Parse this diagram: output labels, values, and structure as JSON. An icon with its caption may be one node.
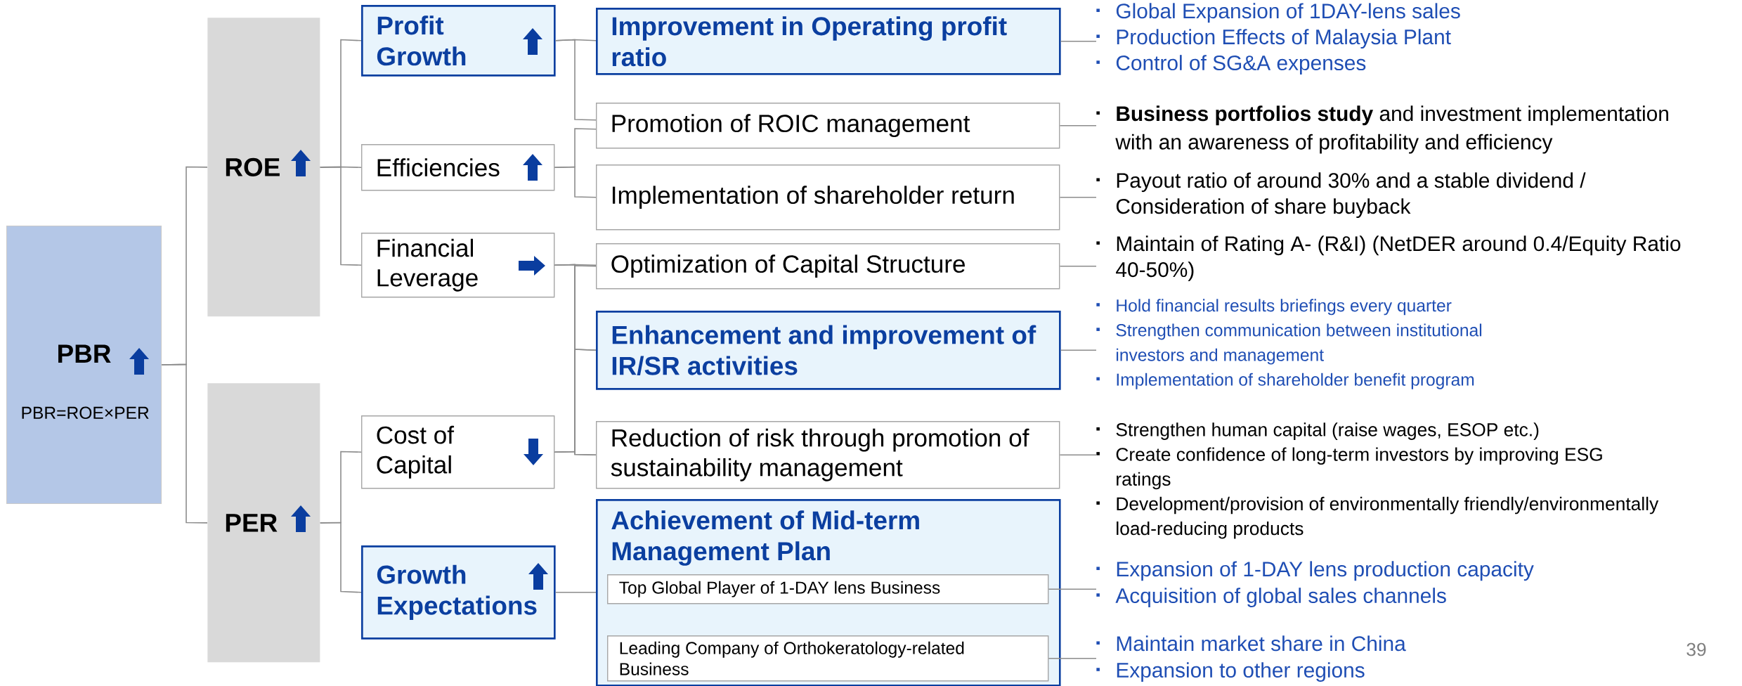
{
  "diagram": {
    "nodes": [
      {
        "text": [
          "PBR",
          "PBR=ROE×PER"
        ]
      },
      {
        "text": [
          "ROE"
        ]
      },
      {
        "text": [
          "PER"
        ]
      },
      {
        "text": [
          "Profit Growth"
        ]
      },
      {
        "text": [
          "Efficiencies"
        ]
      },
      {
        "text": [
          "Financial Leverage"
        ]
      },
      {
        "text": [
          "Cost of Capital"
        ]
      },
      {
        "text": [
          "Growth Expectations"
        ]
      },
      {
        "text": [
          "Improvement in Operating profit ratio"
        ]
      },
      {
        "text": [
          "Promotion of ROIC management"
        ]
      },
      {
        "text": [
          "Implementation of shareholder return"
        ]
      },
      {
        "text": [
          "Optimization of Capital Structure"
        ]
      },
      {
        "text": [
          "Enhancement and improvement of IR/SR activities"
        ]
      },
      {
        "text": [
          "Reduction of risk through promotion of sustainability management"
        ]
      },
      {
        "text": [
          "Achievement of Mid-term Management Plan"
        ]
      },
      {
        "text": [
          "Top Global Player of 1-DAY lens Business"
        ],
        "in": 14
      },
      {
        "text": [
          "Leading Company of Orthokeratology-related Business"
        ],
        "in": 14
      },
      {
        "text": [
          "Global Expansion of 1DAY-lens sales",
          "Production Effects of Malaysia Plant",
          "Control of SG&A expenses"
        ]
      },
      {
        "text": [
          "**Business portfolios study** and investment implementation with an awareness of profitability and efficiency"
        ]
      },
      {
        "text": [
          "Payout ratio of around 30% and a stable dividend / Consideration of share buyback"
        ]
      },
      {
        "text": [
          "Maintain of Rating A- (R&I) (NetDER around 0.4/Equity Ratio 40-50%)"
        ]
      },
      {
        "text": [
          "Hold financial results briefings every quarter",
          "Strengthen communication between institutional investors and management",
          "Implementation of shareholder benefit program"
        ]
      },
      {
        "text": [
          "Strengthen human capital (raise wages, ESOP etc.)",
          "Create confidence of long-term investors by improving ESG ratings",
          "Development/provision of environmentally friendly/environmentally load-reducing products"
        ]
      },
      {
        "text": [
          "Expansion of 1-DAY lens production capacity",
          "Acquisition of global sales channels"
        ]
      },
      {
        "text": [
          "Maintain market share in China",
          "Expansion to other regions"
        ]
      }
    ],
    "edges": [
      {
        "from": 0,
        "to": 1,
        "arrow": "none"
      },
      {
        "from": 0,
        "to": 2,
        "arrow": "none"
      },
      {
        "from": 1,
        "to": 3,
        "arrow": "none"
      },
      {
        "from": 1,
        "to": 4,
        "arrow": "none"
      },
      {
        "from": 1,
        "to": 5,
        "arrow": "none"
      },
      {
        "from": 2,
        "to": 6,
        "arrow": "none"
      },
      {
        "from": 2,
        "to": 7,
        "arrow": "none"
      },
      {
        "from": 3,
        "to": 8,
        "arrow": "none"
      },
      {
        "from": 3,
        "to": 9,
        "arrow": "none"
      },
      {
        "from": 4,
        "to": 9,
        "arrow": "none"
      },
      {
        "from": 4,
        "to": 10,
        "arrow": "none"
      },
      {
        "from": 5,
        "to": 11,
        "arrow": "none"
      },
      {
        "from": 5,
        "to": 12,
        "arrow": "none"
      },
      {
        "from": 5,
        "to": 13,
        "arrow": "none"
      },
      {
        "from": 6,
        "to": 11,
        "arrow": "none"
      },
      {
        "from": 6,
        "to": 12,
        "arrow": "none"
      },
      {
        "from": 6,
        "to": 13,
        "arrow": "none"
      },
      {
        "from": 7,
        "to": 14,
        "arrow": "none"
      },
      {
        "from": 8,
        "to": 17,
        "arrow": "none"
      },
      {
        "from": 9,
        "to": 18,
        "arrow": "none"
      },
      {
        "from": 10,
        "to": 19,
        "arrow": "none"
      },
      {
        "from": 11,
        "to": 20,
        "arrow": "none"
      },
      {
        "from": 12,
        "to": 21,
        "arrow": "none"
      },
      {
        "from": 13,
        "to": 22,
        "arrow": "none"
      },
      {
        "from": 15,
        "to": 23,
        "arrow": "none"
      },
      {
        "from": 16,
        "to": 24,
        "arrow": "none"
      }
    ],
    "labels": [
      "39"
    ]
  }
}
